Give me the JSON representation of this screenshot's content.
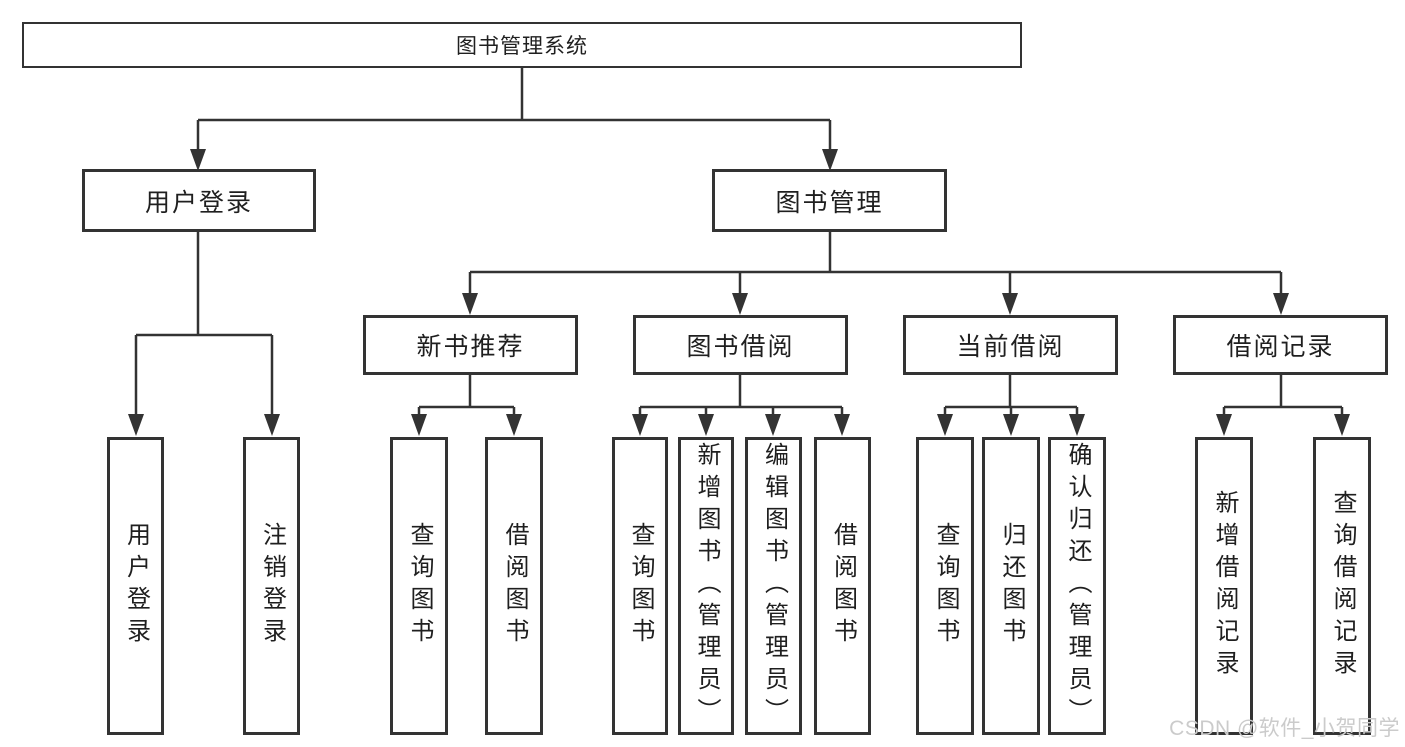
{
  "diagram": {
    "root_label": "图书管理系统",
    "branches": [
      {
        "label": "用户登录",
        "children": [
          "用户登录",
          "注销登录"
        ]
      },
      {
        "label": "图书管理"
      }
    ],
    "sections": [
      {
        "label": "新书推荐",
        "children": [
          "查询图书",
          "借阅图书"
        ]
      },
      {
        "label": "图书借阅",
        "children": [
          "查询图书",
          "新增图书（管理员）",
          "编辑图书（管理员）",
          "借阅图书"
        ]
      },
      {
        "label": "当前借阅",
        "children": [
          "查询图书",
          "归还图书",
          "确认归还（管理员）"
        ]
      },
      {
        "label": "借阅记录",
        "children": [
          "新增借阅记录",
          "查询借阅记录"
        ]
      }
    ],
    "watermark": "CSDN @软件_小贺同学",
    "colors": {
      "line": "#333333",
      "box_border": "#333333",
      "text": "#1f1f1f",
      "watermark": "#cbcbcb",
      "background": "#ffffff"
    }
  }
}
